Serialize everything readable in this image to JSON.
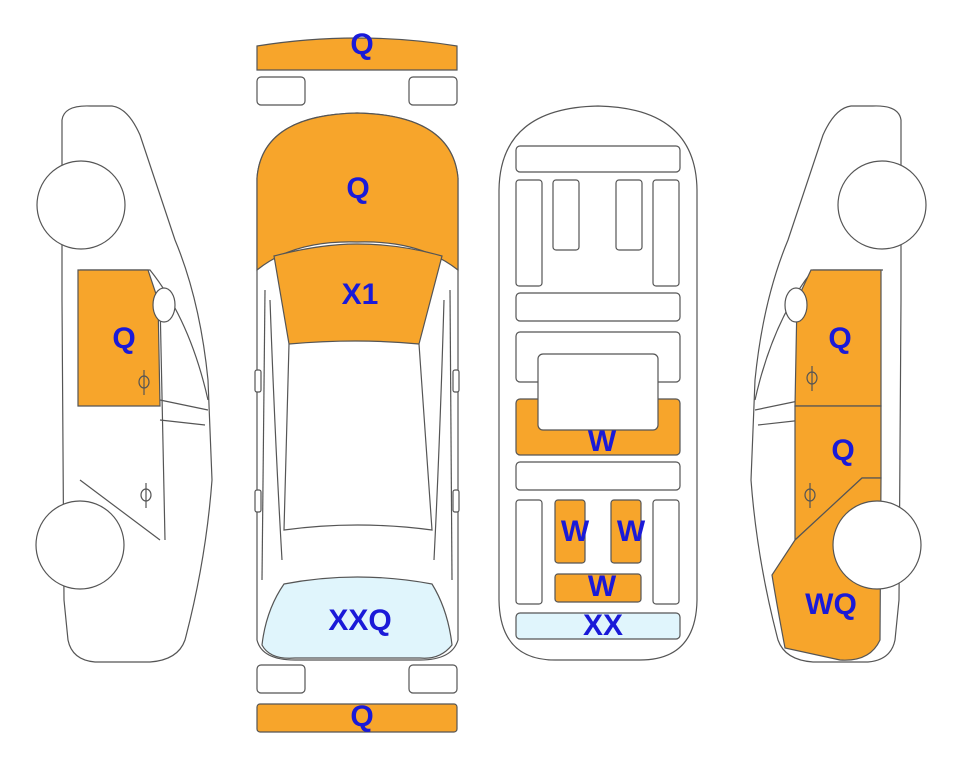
{
  "colors": {
    "damaged": "#f7a52b",
    "glass_damaged": "#e0f5fc",
    "label": "#1a1ad8",
    "outline": "#555555"
  },
  "labels": {
    "front_bumper": "Q",
    "hood": "Q",
    "windshield": "X1",
    "rear_window": "XXQ",
    "rear_bumper": "Q",
    "interior_front_row": "W",
    "interior_rear_left": "W",
    "interior_rear_right": "W",
    "interior_rear_center": "W",
    "interior_trunk": "XX",
    "left_front_door": "Q",
    "right_front_door": "Q",
    "right_rear_door": "Q",
    "right_rear_quarter": "WQ"
  }
}
